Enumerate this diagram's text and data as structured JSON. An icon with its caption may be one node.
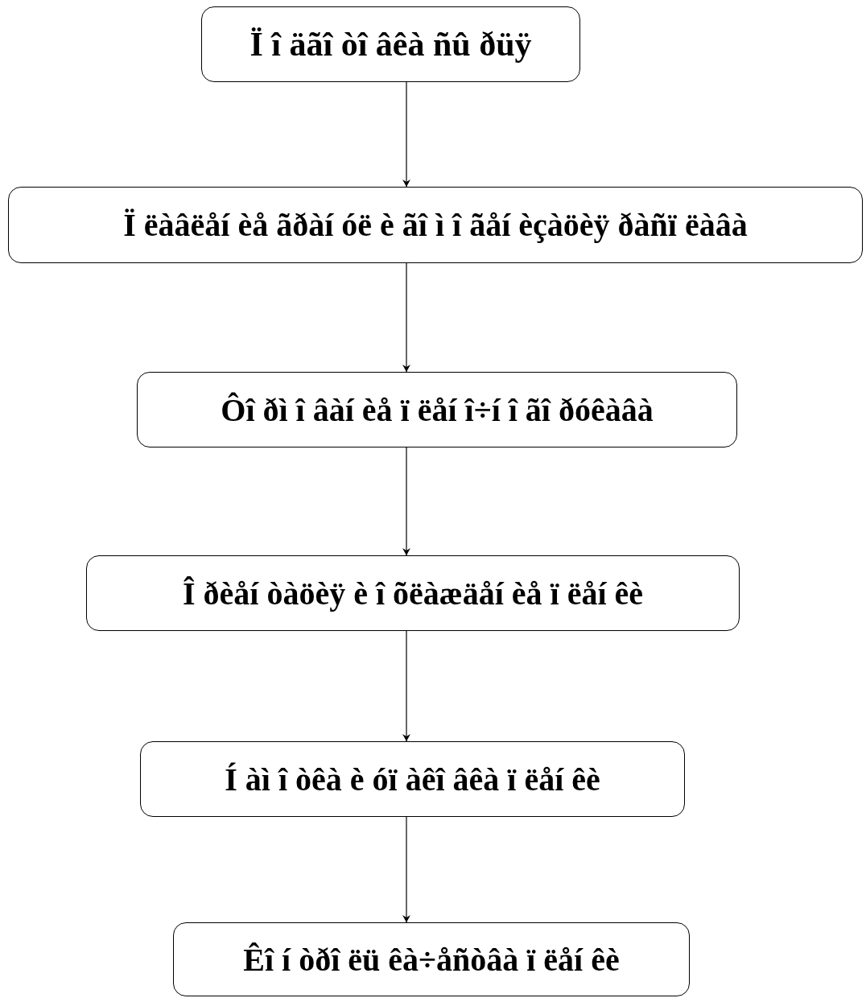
{
  "diagram": {
    "nodes": [
      {
        "text": [
          "Ï î äãî òî âêà ñû ðüÿ"
        ]
      },
      {
        "text": [
          "Ï ëàâëåí èå ãðàí óë è ãî ì î ãåí èçàöèÿ ðàñï ëàâà"
        ]
      },
      {
        "text": [
          "Ôî ðì î âàí èå ï ëåí î÷í î ãî ðóêàâà"
        ]
      },
      {
        "text": [
          "Î ðèåí òàöèÿ è î õëàæäåí èå ï ëåí êè"
        ]
      },
      {
        "text": [
          "Í àì î òêà è óï àêî âêà ï ëåí êè"
        ]
      },
      {
        "text": [
          "Êî í òðî ëü êà÷åñòâà ï ëåí êè"
        ]
      }
    ],
    "edges": [
      {
        "from": 0,
        "to": 1,
        "arrow": "to"
      },
      {
        "from": 1,
        "to": 2,
        "arrow": "to"
      },
      {
        "from": 2,
        "to": 3,
        "arrow": "to"
      },
      {
        "from": 3,
        "to": 4,
        "arrow": "to"
      },
      {
        "from": 4,
        "to": 5,
        "arrow": "to"
      }
    ]
  }
}
